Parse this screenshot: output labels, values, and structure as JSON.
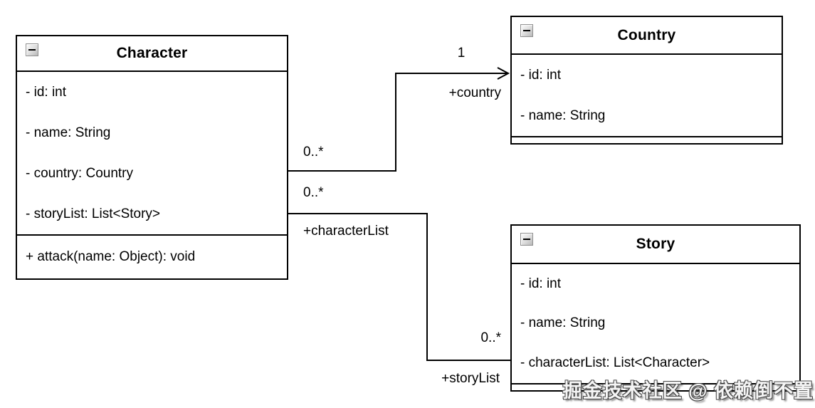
{
  "diagram": {
    "type": "uml-class-diagram",
    "classes": [
      {
        "id": "character",
        "title": "Character",
        "attributes": [
          "- id: int",
          "- name: String",
          "- country: Country",
          "- storyList: List<Story>"
        ],
        "methods": [
          "+ attack(name: Object): void"
        ]
      },
      {
        "id": "country",
        "title": "Country",
        "attributes": [
          "- id: int",
          "- name: String"
        ],
        "methods": []
      },
      {
        "id": "story",
        "title": "Story",
        "attributes": [
          "- id: int",
          "- name: String",
          "- characterList: List<Character>"
        ],
        "methods": []
      }
    ],
    "associations": [
      {
        "from": "Character",
        "to": "Country",
        "arrow": "open-arrowhead-at-target",
        "labels": {
          "source_multiplicity": "0..*",
          "target_multiplicity": "1",
          "target_role": "+country"
        }
      },
      {
        "from": "Character",
        "to": "Story",
        "arrow": "none",
        "labels": {
          "source_multiplicity": "0..*",
          "source_role": "+characterList",
          "target_multiplicity": "0..*",
          "target_role": "+storyList"
        }
      }
    ],
    "collapse_icon": "minus-icon"
  },
  "watermark": "掘金技术社区 @ 依赖倒不置",
  "colors": {
    "background": "#ffffff",
    "box_fill": "#ffffff",
    "box_border": "#000000",
    "text": "#000000",
    "line": "#000000",
    "watermark_fill": "#f5f5f5"
  }
}
